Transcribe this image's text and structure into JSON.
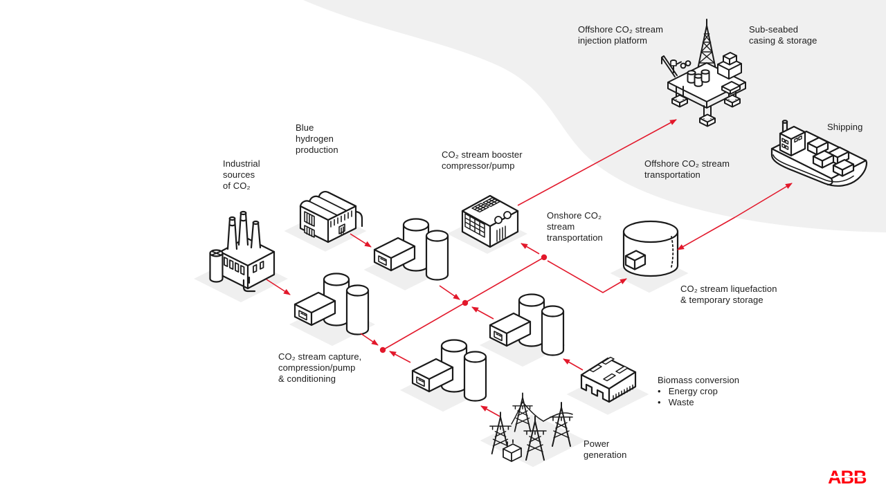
{
  "page": {
    "kind": "isometric process infographic",
    "topic": "CO2 capture, transport and storage value chain",
    "brand": "ABB"
  },
  "colors": {
    "background": "#ffffff",
    "swoosh_gray": "#f0f0f0",
    "shadow_gray": "#efefef",
    "line_art": "#1a1a1a",
    "flow_red": "#e2182b",
    "abb_logo_red": "#ff000f",
    "text": "#1c1c1c"
  },
  "labels": {
    "industrial_sources": "Industrial\nsources\nof CO₂",
    "blue_hydrogen": "Blue\nhydrogen\nproduction",
    "booster": "CO₂ stream booster\ncompressor/pump",
    "offshore_injection": "Offshore CO₂ stream\ninjection platform",
    "sub_seabed": "Sub-seabed\ncasing & storage",
    "shipping": "Shipping",
    "offshore_transport": "Offshore CO₂ stream\ntransportation",
    "onshore_transport": "Onshore CO₂\nstream\ntransportation",
    "liquefaction": "CO₂ stream liquefaction\n& temporary storage",
    "capture": "CO₂ stream capture,\ncompression/pump\n& conditioning",
    "biomass_conversion": "Biomass conversion\n•   Energy crop\n•   Waste",
    "power_generation": "Power\ngeneration"
  },
  "logo": {
    "text": "ABB"
  },
  "icons": {
    "factory-icon": "industrial plant with chimneys",
    "hydrogen-plant-icon": "building with barrel-vault roof",
    "capture-unit-icon": "compressor skid with two cylinders (x4)",
    "booster-station-icon": "compressor building",
    "storage-tank-icon": "large cylindrical tank",
    "offshore-platform-icon": "oil rig platform with derrick",
    "ship-icon": "cargo ship with containers",
    "biomass-plant-icon": "warehouse shed",
    "power-pylons-icon": "transmission towers with transformer"
  },
  "connections": [
    {
      "from": "industrial-sources",
      "to": "capture-unit-A"
    },
    {
      "from": "blue-hydrogen",
      "to": "capture-unit-B"
    },
    {
      "from": "capture-unit-A",
      "to": "pipeline-junction-1"
    },
    {
      "from": "capture-unit-C",
      "to": "pipeline-junction-1"
    },
    {
      "from": "capture-unit-B",
      "to": "pipeline-junction-2"
    },
    {
      "from": "capture-unit-D",
      "to": "pipeline-junction-2"
    },
    {
      "from": "power-generation",
      "to": "capture-unit-C"
    },
    {
      "from": "biomass-conversion",
      "to": "capture-unit-D"
    },
    {
      "from": "pipeline-junction-3",
      "to": "booster-station"
    },
    {
      "from": "pipeline-junction-3",
      "to": "liquefaction-storage"
    },
    {
      "from": "booster-station",
      "to": "offshore-platform"
    },
    {
      "from": "liquefaction-storage",
      "to": "shipping",
      "bidirectional": true
    }
  ]
}
